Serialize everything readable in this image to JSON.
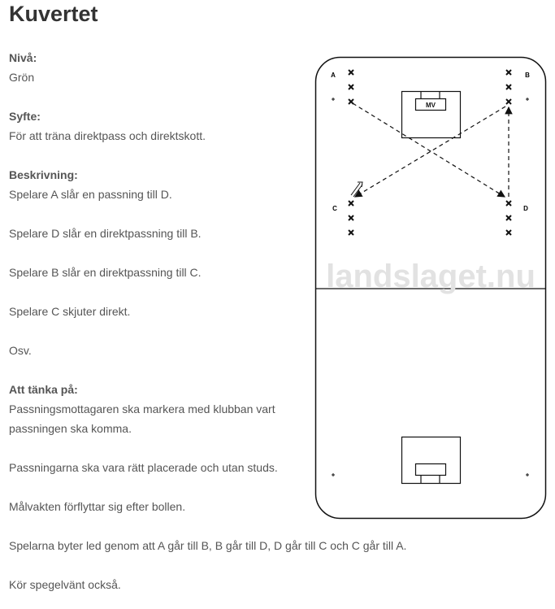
{
  "title": "Kuvertet",
  "sections": {
    "niva_label": "Nivå:",
    "niva_value": "Grön",
    "syfte_label": "Syfte:",
    "syfte_value": "För att träna direktpass och direktskott.",
    "beskrivning_label": "Beskrivning:",
    "beskrivning": [
      "Spelare A slår en passning till D.",
      "Spelare D slår en direktpassning till B.",
      "Spelare B slår en direktpassning till C.",
      "Spelare C skjuter direkt.",
      "Osv."
    ],
    "tanka_label": "Att tänka på:",
    "tanka": [
      "Passningsmottagaren ska markera med klubban vart passningen ska komma.",
      "Passningarna ska vara rätt placerade och utan studs.",
      "Målvakten förflyttar sig efter bollen.",
      "Spelarna byter led genom att A går till B, B går till D, D går till C och C går till A.",
      "Kör spegelvänt också."
    ]
  },
  "diagram": {
    "labels": {
      "a": "A",
      "b": "B",
      "c": "C",
      "d": "D"
    },
    "goalkeeper": "MV",
    "watermark": "landslaget.nu"
  }
}
